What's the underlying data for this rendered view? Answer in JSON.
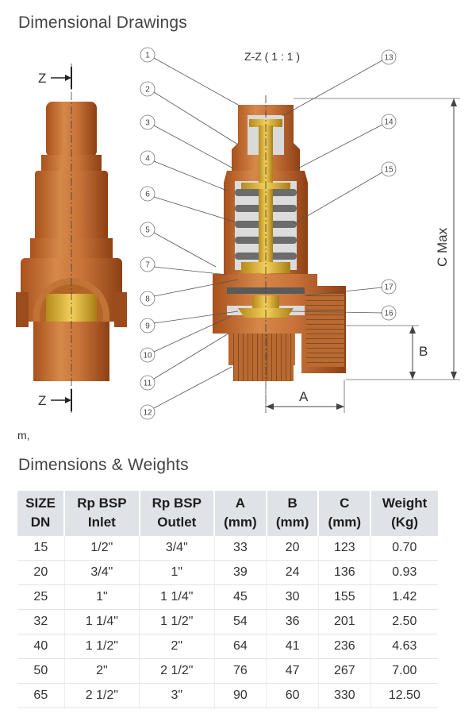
{
  "drawing_title": "Dimensional Drawings",
  "drawing": {
    "section_label": "Z-Z ( 1 : 1 )",
    "z_marker": "Z",
    "callouts": [
      "1",
      "2",
      "3",
      "4",
      "5",
      "6",
      "7",
      "8",
      "9",
      "10",
      "11",
      "12",
      "13",
      "14",
      "15",
      "16",
      "17"
    ],
    "dim_a": "A",
    "dim_b": "B",
    "dim_c": "C Max",
    "note": "m,"
  },
  "table_title": "Dimensions & Weights",
  "table": {
    "headers": [
      [
        "SIZE",
        "DN"
      ],
      [
        "Rp BSP",
        "Inlet"
      ],
      [
        "Rp BSP",
        "Outlet"
      ],
      [
        "A",
        "(mm)"
      ],
      [
        "B",
        "(mm)"
      ],
      [
        "C",
        "(mm)"
      ],
      [
        "Weight",
        "(Kg)"
      ]
    ],
    "rows": [
      [
        "15",
        "1/2\"",
        "3/4\"",
        "33",
        "20",
        "123",
        "0.70"
      ],
      [
        "20",
        "3/4\"",
        "1\"",
        "39",
        "24",
        "136",
        "0.93"
      ],
      [
        "25",
        "1\"",
        "1 1/4\"",
        "45",
        "30",
        "155",
        "1.42"
      ],
      [
        "32",
        "1 1/4\"",
        "1 1/2\"",
        "54",
        "36",
        "201",
        "2.50"
      ],
      [
        "40",
        "1 1/2\"",
        "2\"",
        "64",
        "41",
        "236",
        "4.63"
      ],
      [
        "50",
        "2\"",
        "2 1/2\"",
        "76",
        "47",
        "267",
        "7.00"
      ],
      [
        "65",
        "2 1/2\"",
        "3\"",
        "90",
        "60",
        "330",
        "12.50"
      ]
    ]
  }
}
